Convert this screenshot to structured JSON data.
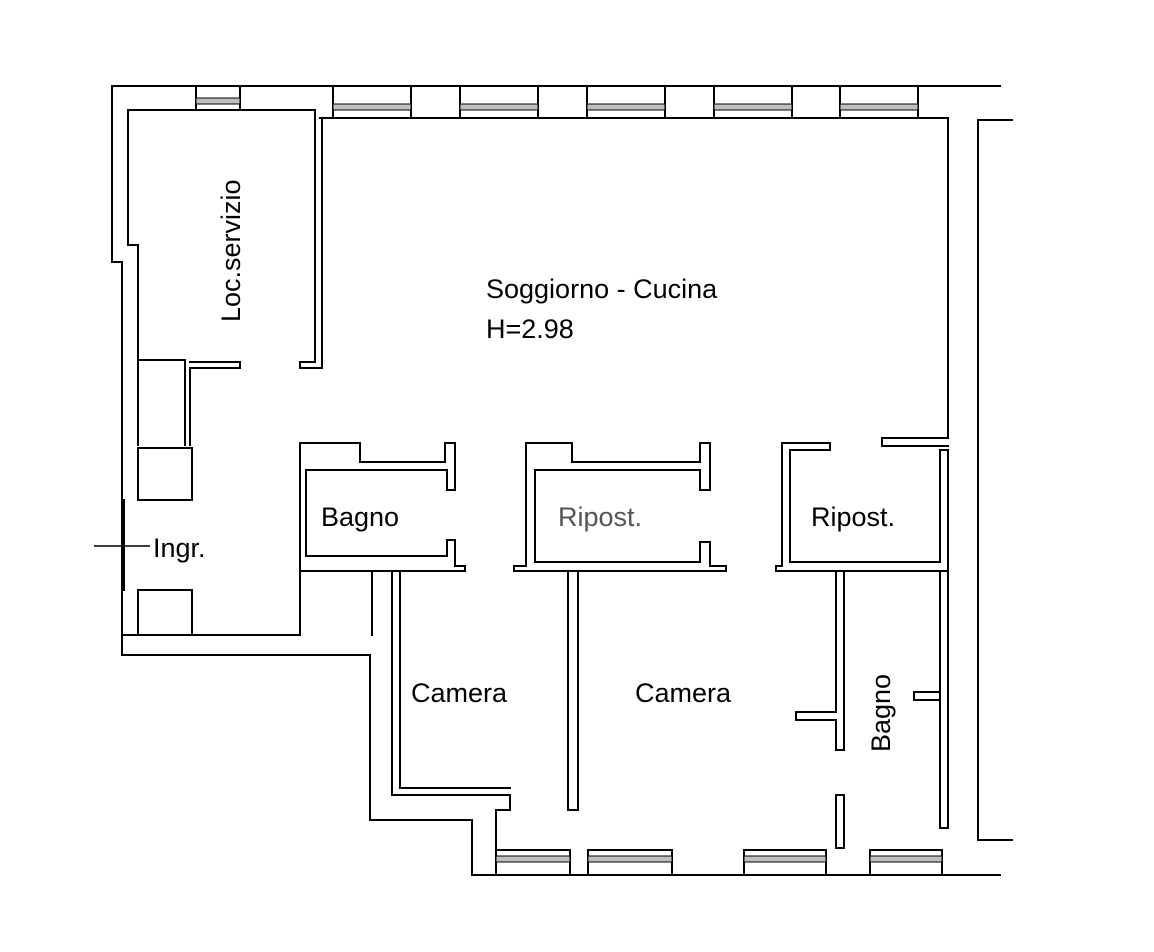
{
  "floorplan": {
    "rooms": [
      {
        "id": "loc-servizio",
        "label": "Loc.servizio",
        "color": "#000000"
      },
      {
        "id": "soggiorno",
        "label": "Soggiorno - Cucina",
        "color": "#000000"
      },
      {
        "id": "height",
        "label": "H=2.98",
        "color": "#000000"
      },
      {
        "id": "bagno-1",
        "label": "Bagno",
        "color": "#000000"
      },
      {
        "id": "ripost-1",
        "label": "Ripost.",
        "color": "#555555"
      },
      {
        "id": "ripost-2",
        "label": "Ripost.",
        "color": "#000000"
      },
      {
        "id": "ingresso",
        "label": "Ingr.",
        "color": "#000000"
      },
      {
        "id": "camera-1",
        "label": "Camera",
        "color": "#000000"
      },
      {
        "id": "camera-2",
        "label": "Camera",
        "color": "#000000"
      },
      {
        "id": "bagno-2",
        "label": "Bagno",
        "color": "#000000"
      }
    ]
  }
}
